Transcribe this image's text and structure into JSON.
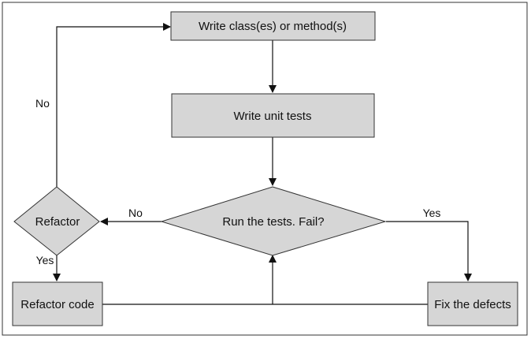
{
  "nodes": {
    "write_class": "Write class(es) or method(s)",
    "write_tests": "Write unit tests",
    "run_tests": "Run the tests. Fail?",
    "refactor_decision": "Refactor",
    "refactor_code": "Refactor code",
    "fix_defects": "Fix the defects"
  },
  "edge_labels": {
    "refactor_no": "No",
    "run_no": "No",
    "run_yes": "Yes",
    "refactor_yes": "Yes"
  },
  "colors": {
    "node_fill": "#d6d6d6",
    "line": "#111111"
  }
}
